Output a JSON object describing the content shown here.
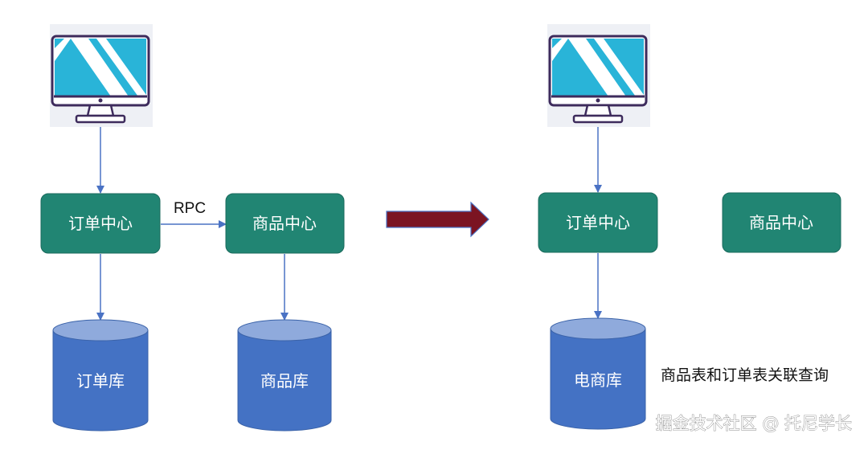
{
  "left": {
    "order_center": "订单中心",
    "product_center": "商品中心",
    "rpc": "RPC",
    "order_db": "订单库",
    "product_db": "商品库"
  },
  "right": {
    "order_center": "订单中心",
    "product_center": "商品中心",
    "ecommerce_db": "电商库",
    "join_note": "商品表和订单表关联查询"
  },
  "watermark": "掘金技术社区 @ 托尼学长",
  "colors": {
    "service_box": "#218573",
    "database_body": "#4472c4",
    "database_top": "#8faadc",
    "connector": "#4a72c4",
    "transition_arrow": "#7b1422",
    "monitor_screen": "#29b4d8",
    "monitor_frame": "#3d2b5c"
  },
  "icons": [
    "computer-monitor-icon",
    "computer-monitor-icon"
  ]
}
